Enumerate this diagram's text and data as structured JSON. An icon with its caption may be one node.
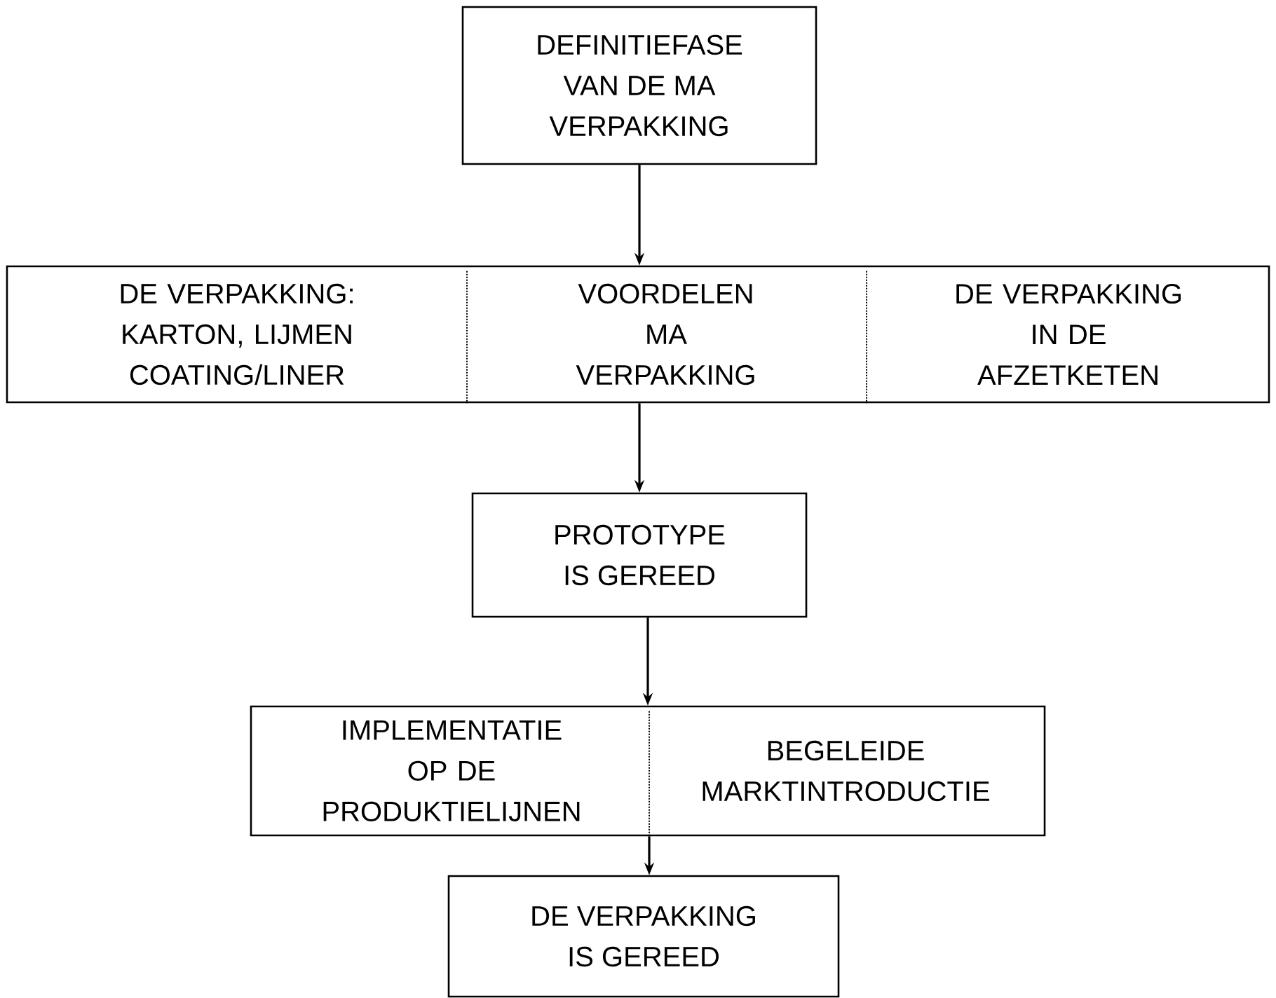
{
  "diagram": {
    "nodes": [
      {
        "text": [
          "DEFINITIEFASE VAN DE MA VERPAKKING"
        ]
      },
      {
        "text": [],
        "shape": "box"
      },
      {
        "text": [
          "DE VERPAKKING: KARTON, LIJMEN COATING/LINER"
        ],
        "in": 1
      },
      {
        "text": [
          "VOORDELEN MA VERPAKKING"
        ],
        "in": 1
      },
      {
        "text": [
          "DE VERPAKKING IN DE AFZETKETEN"
        ],
        "in": 1
      },
      {
        "text": [
          "PROTOTYPE IS GEREED"
        ]
      },
      {
        "text": [],
        "shape": "box"
      },
      {
        "text": [
          "IMPLEMENTATIE OP DE PRODUKTIELIJNEN"
        ],
        "in": 6
      },
      {
        "text": [
          "BEGELEIDE MARKTINTRODUCTIE"
        ],
        "in": 6
      },
      {
        "text": [
          "DE VERPAKKING IS GEREED"
        ]
      }
    ],
    "edges": [
      {
        "from": 0,
        "to": 1,
        "arrow": "to"
      },
      {
        "from": 1,
        "to": 5,
        "arrow": "to"
      },
      {
        "from": 5,
        "to": 6,
        "arrow": "to"
      },
      {
        "from": 6,
        "to": 9,
        "arrow": "to"
      }
    ]
  }
}
